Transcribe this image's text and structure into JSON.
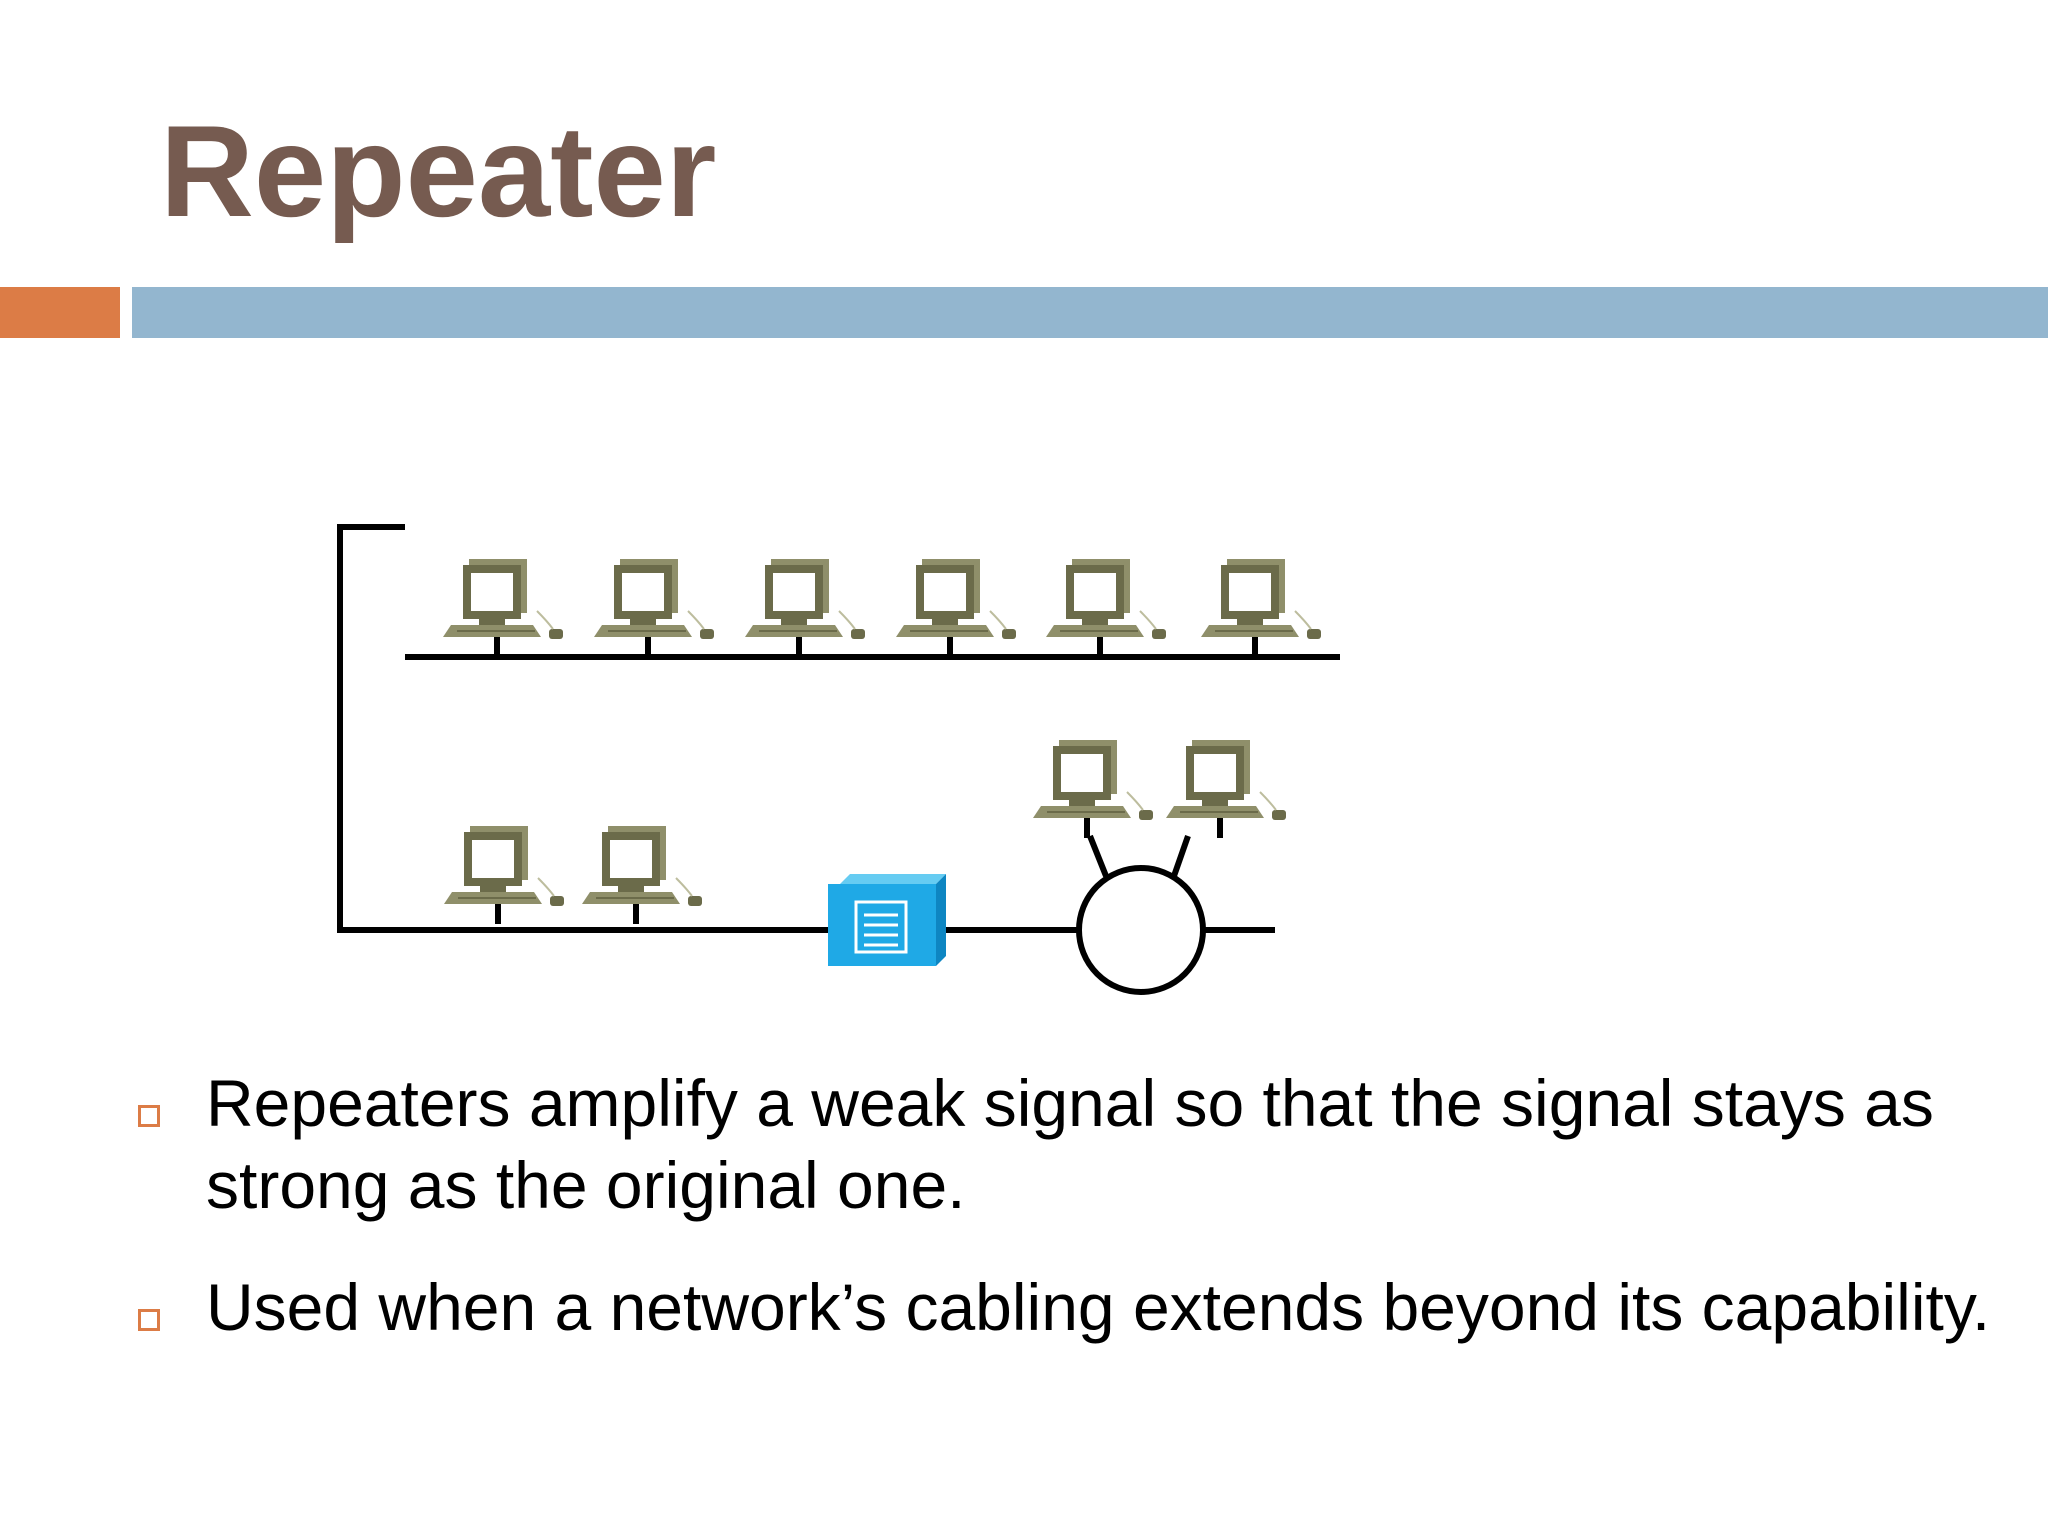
{
  "slide": {
    "title": "Repeater",
    "accent_colors": {
      "orange": "#dc7c46",
      "blue": "#93b6cf",
      "title": "#765b50"
    }
  },
  "diagram": {
    "description_icons": [
      "workstation-icon",
      "repeater-icon",
      "hub-icon"
    ],
    "top_segment_workstations": 6,
    "bottom_segment_workstations": 2,
    "hub_workstations": 2,
    "repeater_color": "#1fa9e6",
    "workstation_color": "#6b6b4a"
  },
  "bullets": [
    {
      "text": "Repeaters amplify a weak signal so that the signal stays as strong as the original one."
    },
    {
      "text": "Used when a network’s cabling extends beyond its capability."
    }
  ]
}
